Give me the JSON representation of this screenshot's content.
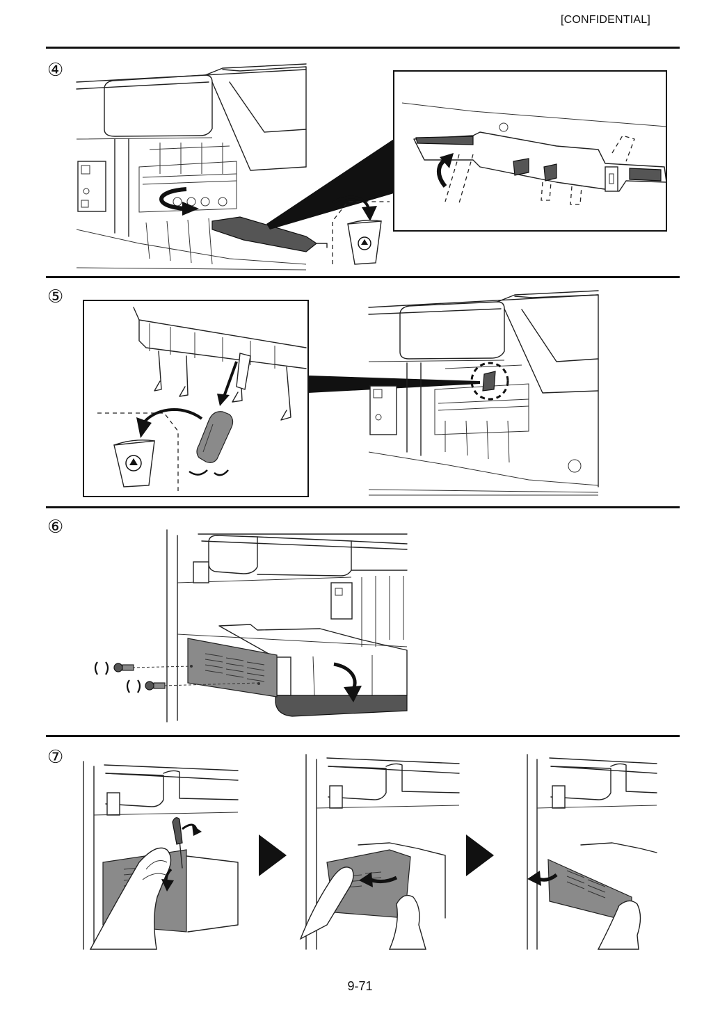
{
  "header": {
    "label": "[CONFIDENTIAL]"
  },
  "steps": [
    {
      "number": "④"
    },
    {
      "number": "⑤"
    },
    {
      "number": "⑥"
    },
    {
      "number": "⑦"
    }
  ],
  "footer": {
    "page_number": "9-71"
  },
  "icons": {
    "recycle": "recycle-icon",
    "arrow_next": "play-arrow-icon",
    "screw": "screw-icon"
  },
  "colors": {
    "part_fill": "#8a8a8a",
    "line": "#222222"
  }
}
